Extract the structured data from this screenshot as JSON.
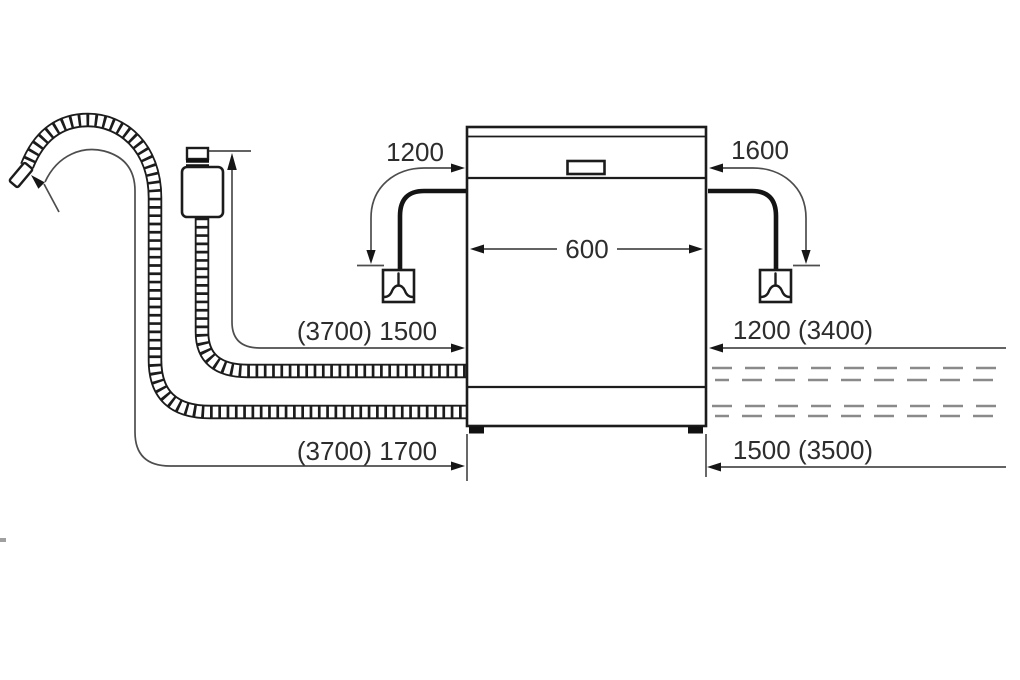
{
  "diagram": {
    "type": "dishwasher-installation-clearances",
    "labels": {
      "power_cord_left_height": "1200",
      "power_cord_right_height": "1600",
      "appliance_width": "600",
      "supply_hose_left": "(3700) 1500",
      "supply_hose_right": "1200 (3400)",
      "drain_hose_left": "(3700) 1700",
      "drain_hose_right": "1500 (3500)"
    },
    "colors": {
      "line": "#1c1c1c",
      "dimension_line": "#4d4d4d",
      "dashed_hose": "#8a8a8a",
      "text": "#2d2d2d",
      "background": "#ffffff"
    }
  }
}
